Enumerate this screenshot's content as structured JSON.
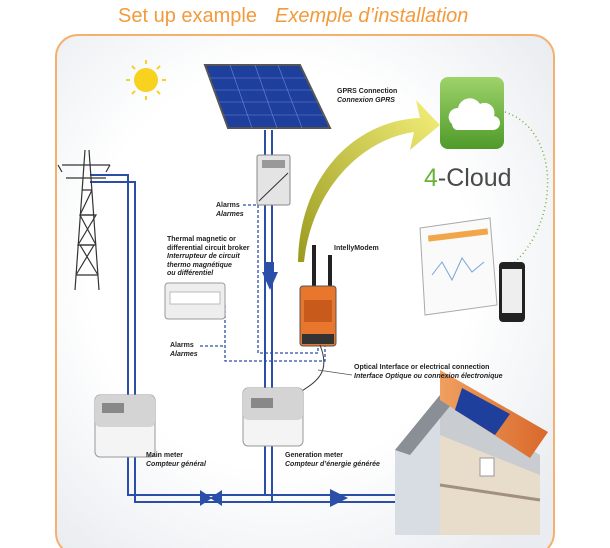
{
  "title": {
    "en": "Set up example",
    "fr": "Exemple d’installation"
  },
  "cloud": {
    "brand_number": "4",
    "brand_text": "-Cloud"
  },
  "labels": {
    "gprs": {
      "en": "GPRS Connection",
      "fr": "Connexion GPRS"
    },
    "alarms_inverter": {
      "en": "Alarms",
      "fr": "Alarmes"
    },
    "breaker": {
      "en1": "Thermal magnetic or",
      "en2": "differential circuit broker",
      "fr1": "Interrupteur de circuit",
      "fr2": "thermo magnétique",
      "fr3": "ou différentiel"
    },
    "modem": "IntellyModem",
    "alarms_breaker": {
      "en": "Alarms",
      "fr": "Alarmes"
    },
    "optical": {
      "en": "Optical Interface or electrical connection",
      "fr": "Interface Optique ou connexion électronique"
    },
    "main_meter": {
      "en": "Main meter",
      "fr": "Compteur général"
    },
    "generation_meter": {
      "en": "Generation meter",
      "fr": "Compteur d’énergie générée"
    }
  },
  "colors": {
    "accent": "#f39a3c",
    "line": "#2b4fa8",
    "cloud_green": "#69b33a",
    "modem": "#e8762c"
  }
}
